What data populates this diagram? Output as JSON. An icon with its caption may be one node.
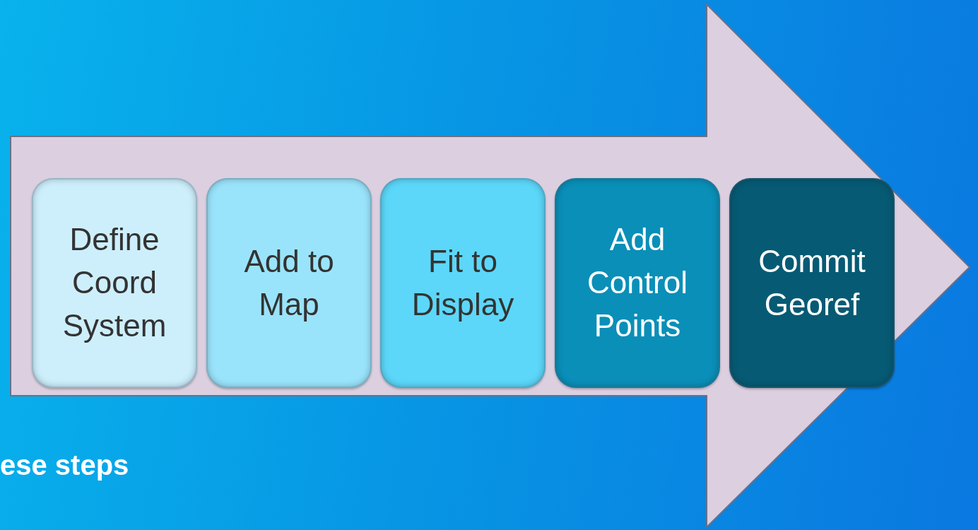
{
  "diagram": {
    "nodes": [
      {
        "text": [],
        "shape": "arrow"
      },
      {
        "text": [
          "Define Coord System"
        ],
        "in": 0
      },
      {
        "text": [
          "Add to Map"
        ],
        "in": 0
      },
      {
        "text": [
          "Fit to Display"
        ],
        "in": 0
      },
      {
        "text": [
          "Add Control Points"
        ],
        "in": 0
      },
      {
        "text": [
          "Commit Georef"
        ],
        "in": 0
      }
    ],
    "labels": [
      "ese steps"
    ]
  }
}
